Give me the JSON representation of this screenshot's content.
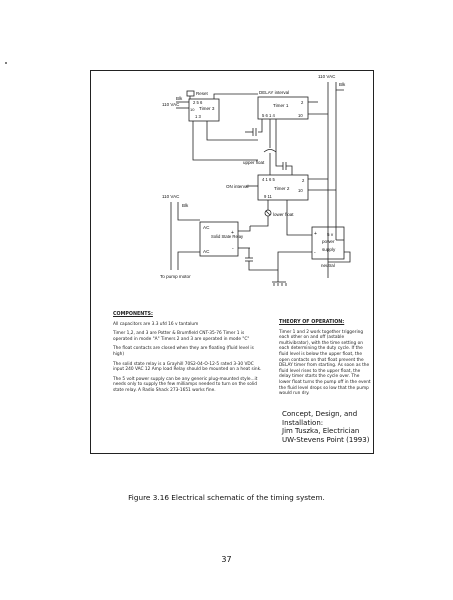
{
  "schematic": {
    "labels": {
      "reset": "Reset",
      "blk_top_left": "Blk",
      "vac_left": "110 VAC",
      "timer3_title": "Timer 3",
      "timer3_pins_top": "2   5 6",
      "timer3_pin_left": "10",
      "timer3_pins_bottom": "1     3",
      "delay_interval": "DELAY interval",
      "timer1_title": "Timer 1",
      "timer1_pins": "5   6   1   4",
      "timer1_pin_right_top": "2",
      "timer1_pin_right_bottom": "10",
      "vac_top_right": "110 VAC",
      "blk_top_right": "Blk",
      "upper_float": "upper float",
      "on_interval": "ON interval",
      "timer2_title": "Timer 2",
      "timer2_pins_top": "4   1   6   5",
      "timer2_pins_bottom": "9       11",
      "timer2_pin_right_top": "2",
      "timer2_pin_right_bottom": "10",
      "vac_mid": "110 VAC",
      "blk_mid": "Blk",
      "lower_float": "lower float",
      "ssr_ac_top": "AC",
      "ssr_body": "Solid State Relay",
      "ssr_ac_bottom": "AC",
      "ssr_plus": "+",
      "ssr_minus": "-",
      "psu_plus": "+",
      "psu_line1": "5 v",
      "psu_line2": "power",
      "psu_line3": "supply",
      "psu_minus": "-",
      "neutral": "neutral",
      "pump": "To pump motor"
    }
  },
  "components": {
    "heading": "COMPONENTS:",
    "paragraphs": [
      "All capacitors are 3.3 ufd 16 v tantalum",
      "Timer 1,2, and 3 are Potter & Brumfield CNT-35-76 Timer 1 is operated in mode \"A\" Timers 2 and 3 are operated in mode \"C\"",
      "The float contacts are closed when they are floating (fluid level is high)",
      "The solid state relay is a Grayhill 70S2-04-O-12-5 rated 3-30 VDC input  240 VAC 12 Amp load Relay should be mounted on a heat sink.",
      "The 5 volt power supply can be any generic plug-mounted style...it needs only to supply the few milliamps needed to turn on the solid state relay.  A Radio Shack 273-1651 works fine."
    ]
  },
  "theory": {
    "heading": "THEORY OF OPERATION:",
    "text": "Timer 1 and 2 work together triggering each other on and off (astable multivibrator), with the time setting on each determining the duty cycle. If the fluid level is below the upper float, the open contacts on that float prevent the DELAY timer from starting. As soon as the fluid level rises to the upper float, the delay timer starts the cycle over. The lower float turns the pump off in the event the fluid level drops so low that the pump would run dry."
  },
  "credits": {
    "line1": "Concept, Design, and Installation:",
    "line2": "Jim Tuszka, Electrician",
    "line3": "UW-Stevens Point (1993)"
  },
  "caption": "Figure 3.16  Electrical schematic of the timing system.",
  "page_number": "37"
}
